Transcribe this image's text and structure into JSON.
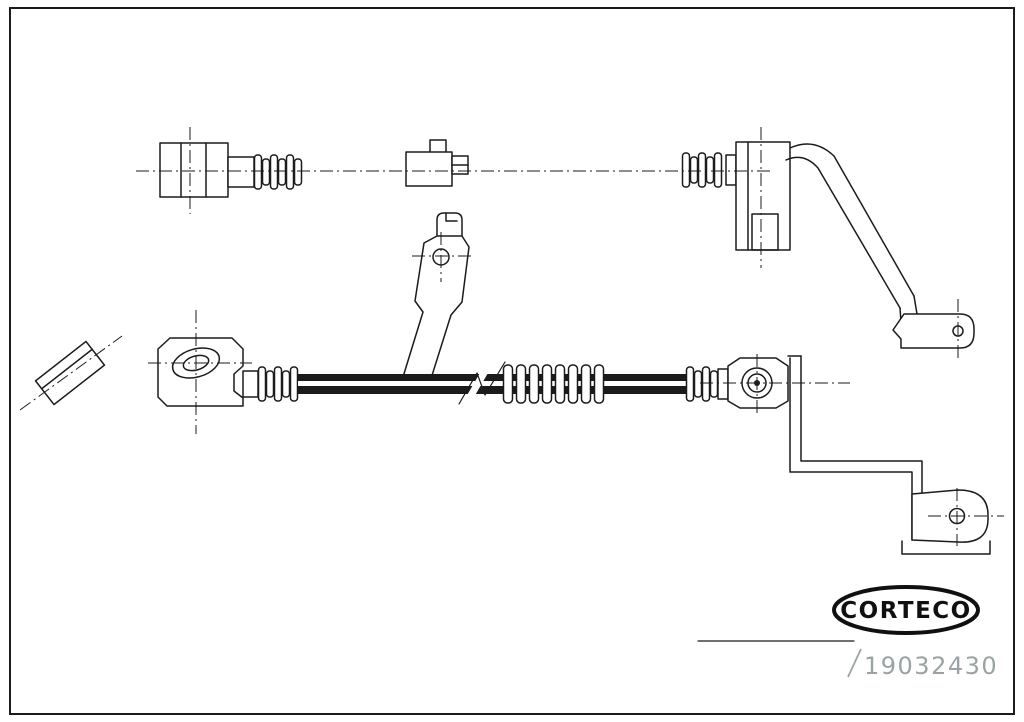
{
  "meta": {
    "background": "#ffffff",
    "ink_color": "#1b1b1b"
  },
  "logo": {
    "text": "CORTECO"
  },
  "part_number": {
    "value": "19032430",
    "color": "#9aa3a3"
  },
  "diagram": {
    "type": "technical-drawing",
    "subject": "brake-hose-assembly",
    "parts": [
      "upper-left-fitting",
      "hose-clip",
      "upper-right-fitting-block",
      "upper-mounting-strap",
      "hose-end-plate",
      "banjo-fitting",
      "bellows-grommet",
      "brake-hose",
      "corrugated-sleeve",
      "hose-end-fitting",
      "center-mounting-bracket",
      "lower-mounting-bracket"
    ]
  }
}
